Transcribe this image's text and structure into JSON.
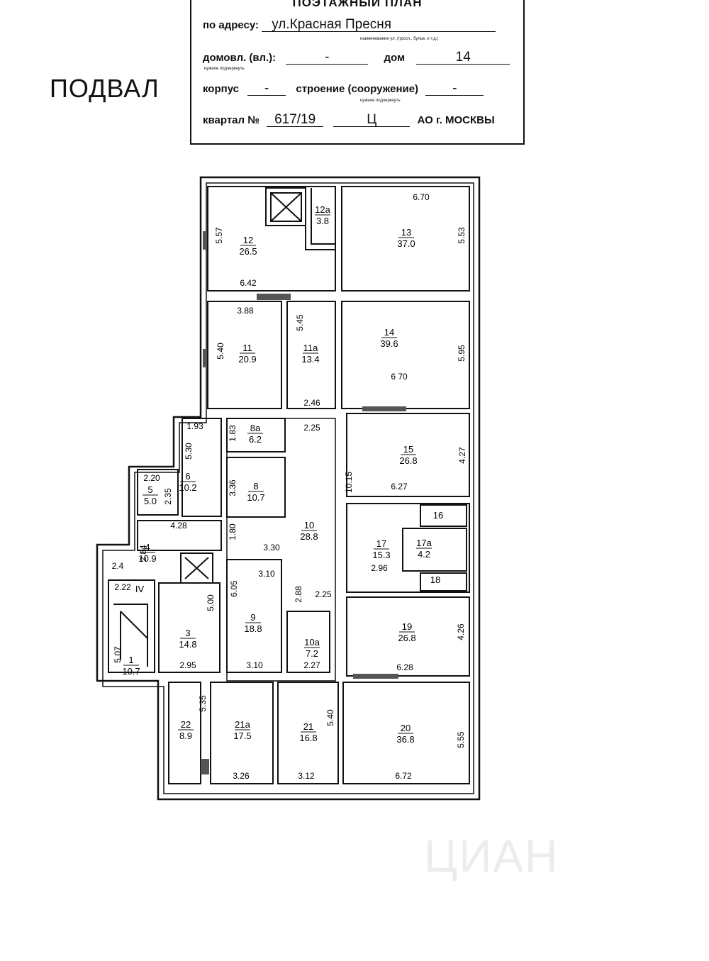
{
  "floor_label": "ПОДВАЛ",
  "stamp": {
    "title": "ПОЭТАЖНЫЙ ПЛАН",
    "address_label": "по адресу:",
    "address_value": "ул.Красная Пресня",
    "address_sub": "наименование ул. (просп., бульв. и т.д.)",
    "domovl_label": "домовл. (вл.):",
    "domovl_value": "-",
    "dom_label": "дом",
    "dom_value": "14",
    "domovl_sub": "нужное подчеркнуть",
    "korpus_label": "корпус",
    "korpus_value": "-",
    "stroenie_label": "строение (сооружение)",
    "stroenie_value": "-",
    "stroenie_sub": "нужное подчеркнуть",
    "kvartal_label": "квартал №",
    "kvartal_value": "617/19",
    "okrug_value": "Ц",
    "city_label": "АО г. МОСКВЫ"
  },
  "rooms": [
    {
      "id": "12",
      "area": "26.5"
    },
    {
      "id": "12а",
      "area": "3.8"
    },
    {
      "id": "13",
      "area": "37.0"
    },
    {
      "id": "11",
      "area": "20.9"
    },
    {
      "id": "11а",
      "area": "13.4"
    },
    {
      "id": "14",
      "area": "39.6"
    },
    {
      "id": "8а",
      "area": "6.2"
    },
    {
      "id": "6",
      "area": "10.2"
    },
    {
      "id": "8",
      "area": "10.7"
    },
    {
      "id": "15",
      "area": "26.8"
    },
    {
      "id": "5",
      "area": "5.0"
    },
    {
      "id": "10",
      "area": "28.8"
    },
    {
      "id": "4",
      "area": "10.9"
    },
    {
      "id": "17",
      "area": "15.3"
    },
    {
      "id": "17а",
      "area": "4.2"
    },
    {
      "id": "9",
      "area": "18.8"
    },
    {
      "id": "3",
      "area": "14.8"
    },
    {
      "id": "10а",
      "area": "7.2"
    },
    {
      "id": "19",
      "area": "26.8"
    },
    {
      "id": "1",
      "area": "10.7"
    },
    {
      "id": "22",
      "area": "8.9"
    },
    {
      "id": "21а",
      "area": "17.5"
    },
    {
      "id": "21",
      "area": "16.8"
    },
    {
      "id": "20",
      "area": "36.8"
    }
  ],
  "labels": [
    "16",
    "18",
    "IV"
  ],
  "dimensions": [
    "5.57",
    "6.42",
    "6.70",
    "5.53",
    "3.88",
    "5.40",
    "5.45",
    "5.95",
    "6 70",
    "2.46",
    "1.93",
    "5.30",
    "1.83",
    "2.25",
    "10.15",
    "3.36",
    "4.27",
    "6.27",
    "2.20",
    "2.35",
    "4.28",
    "1.80",
    "3.30",
    "2.96",
    "2.84",
    "2.4",
    "2.22",
    "3.10",
    "2.88",
    "6.05",
    "5.00",
    "2.25",
    "4.26",
    "2.95",
    "3.10",
    "2.27",
    "6.28",
    "5.07",
    "5.35",
    "5.40",
    "5.55",
    "3.26",
    "3.12",
    "6.72"
  ],
  "watermark": "ЦИАН"
}
